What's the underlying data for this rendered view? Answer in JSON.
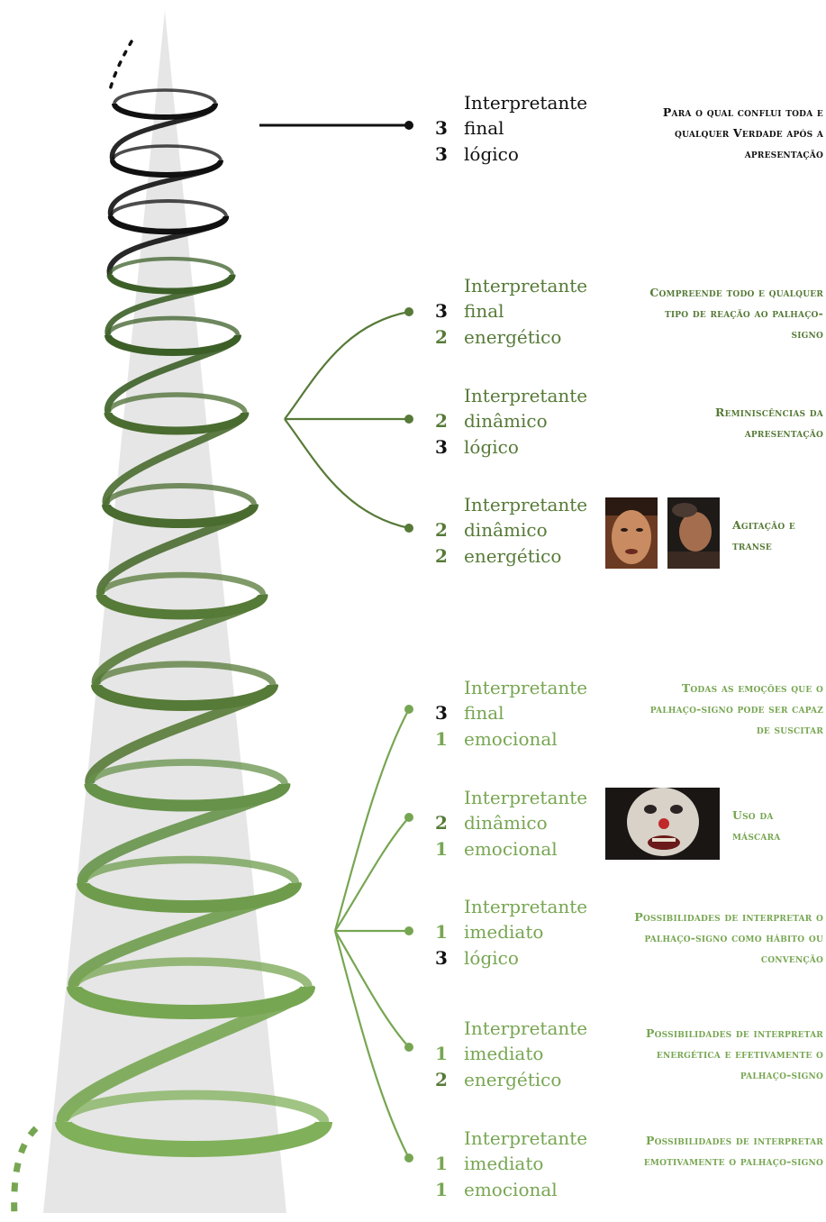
{
  "colors": {
    "black": "#111111",
    "green_dark": "#3c5f28",
    "green_mid": "#567a37",
    "green_light": "#77a652",
    "cone": "#e6e6e6"
  },
  "levels": [
    {
      "heading": "Interpretante",
      "rows": [
        {
          "num": "3",
          "label": "final"
        },
        {
          "num": "3",
          "label": "lógico"
        }
      ],
      "description": "Para o qual conflui toda e qualquer Verdade após a apresentação"
    },
    {
      "heading": "Interpretante",
      "rows": [
        {
          "num": "3",
          "label": "final"
        },
        {
          "num": "2",
          "label": "energético"
        }
      ],
      "description": "Compreende todo e qualquer tipo de reação ao palhaço-signo"
    },
    {
      "heading": "Interpretante",
      "rows": [
        {
          "num": "2",
          "label": "dinâmico"
        },
        {
          "num": "3",
          "label": "lógico"
        }
      ],
      "description": "Reminiscências da apresentação"
    },
    {
      "heading": "Interpretante",
      "rows": [
        {
          "num": "2",
          "label": "dinâmico"
        },
        {
          "num": "2",
          "label": "energético"
        }
      ],
      "description": "Agitação e transe"
    },
    {
      "heading": "Interpretante",
      "rows": [
        {
          "num": "3",
          "label": "final"
        },
        {
          "num": "1",
          "label": "emocional"
        }
      ],
      "description": "Todas as emoções que o palhaço-signo pode ser capaz de suscitar"
    },
    {
      "heading": "Interpretante",
      "rows": [
        {
          "num": "2",
          "label": "dinâmico"
        },
        {
          "num": "1",
          "label": "emocional"
        }
      ],
      "description": "Uso da máscara"
    },
    {
      "heading": "Interpretante",
      "rows": [
        {
          "num": "1",
          "label": "imediato"
        },
        {
          "num": "3",
          "label": "lógico"
        }
      ],
      "description": "Possibilidades de interpretar o palhaço-signo como hábito ou convenção"
    },
    {
      "heading": "Interpretante",
      "rows": [
        {
          "num": "1",
          "label": "imediato"
        },
        {
          "num": "2",
          "label": "energético"
        }
      ],
      "description": "Possibilidades de interpretar energética e efetivamente o palhaço-signo"
    },
    {
      "heading": "Interpretante",
      "rows": [
        {
          "num": "1",
          "label": "imediato"
        },
        {
          "num": "1",
          "label": "emocional"
        }
      ],
      "description": "Possibilidades de interpretar emotivamente o palhaço-signo"
    }
  ]
}
